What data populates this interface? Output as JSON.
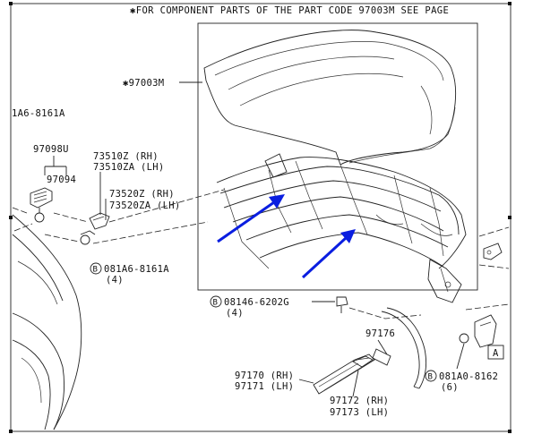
{
  "header_note": "✱FOR COMPONENT PARTS OF THE PART CODE 97003M SEE PAGE",
  "labels": {
    "part_97003m": "✱97003M",
    "bolt_left_top": "1A6-8161A",
    "part_97098u": "97098U",
    "part_97094": "97094",
    "part_73510z": "73510Z (RH)",
    "part_73510za": "73510ZA (LH)",
    "part_73520z": "73520Z (RH)",
    "part_73520za": "73520ZA (LH)",
    "bolt_081a6_8161a": "081A6-8161A",
    "qty_4_left": "(4)",
    "bolt_08146_6202g": "08146-6202G",
    "qty_4_mid": "(4)",
    "part_97176": "97176",
    "part_97170": "97170 (RH)",
    "part_97171": "97171 (LH)",
    "part_97172": "97172 (RH)",
    "part_97173": "97173 (LH)",
    "bolt_081a0_8162": "081A0-8162",
    "qty_6": "(6)",
    "ref_a": "A"
  },
  "colors": {
    "line": "#222222",
    "arrow": "#0a1ee0",
    "background": "#ffffff"
  }
}
